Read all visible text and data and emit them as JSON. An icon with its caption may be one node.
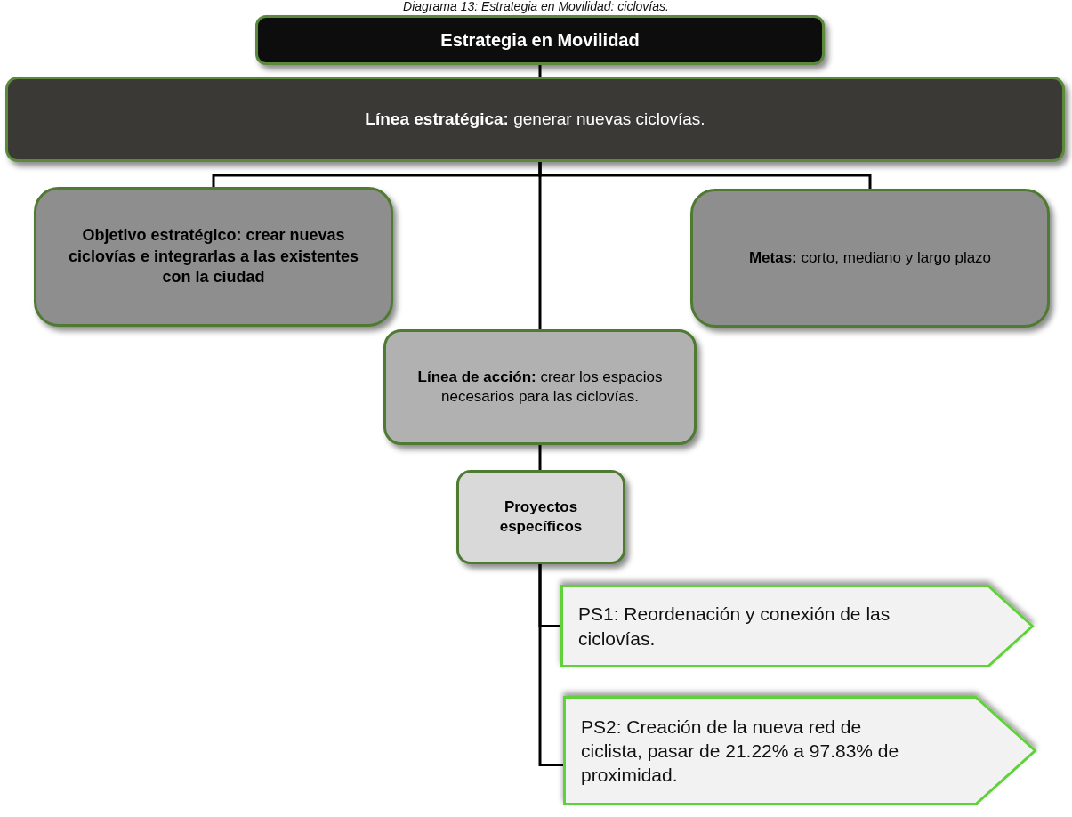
{
  "diagram": {
    "title": "Diagrama 13: Estrategia en Movilidad: ciclovías.",
    "nodes": [
      {
        "text": [
          "Estrategia en Movilidad"
        ]
      },
      {
        "text": [
          "**Línea estratégica:** generar nuevas ciclovías."
        ]
      },
      {
        "text": [
          "Objetivo estratégico: crear nuevas ciclovías e integrarlas a las existentes con la ciudad"
        ]
      },
      {
        "text": [
          "**Metas:** corto, mediano y largo plazo"
        ]
      },
      {
        "text": [
          "**Línea de acción:** crear los espacios necesarios para las ciclovías."
        ]
      },
      {
        "text": [
          "Proyectos específicos"
        ]
      },
      {
        "text": [
          "PS1: Reordenación y conexión de las ciclovías."
        ]
      },
      {
        "text": [
          "PS2: Creación de la nueva red de ciclista, pasar de 21.22% a 97.83% de proximidad."
        ]
      }
    ],
    "edges": [
      {
        "from": 0,
        "to": 1,
        "arrow": "none"
      },
      {
        "from": 1,
        "to": 2,
        "arrow": "none"
      },
      {
        "from": 1,
        "to": 3,
        "arrow": "none"
      },
      {
        "from": 1,
        "to": 4,
        "arrow": "none"
      },
      {
        "from": 4,
        "to": 5,
        "arrow": "none"
      },
      {
        "from": 5,
        "to": 6,
        "arrow": "none"
      },
      {
        "from": 5,
        "to": 7,
        "arrow": "none"
      }
    ]
  }
}
